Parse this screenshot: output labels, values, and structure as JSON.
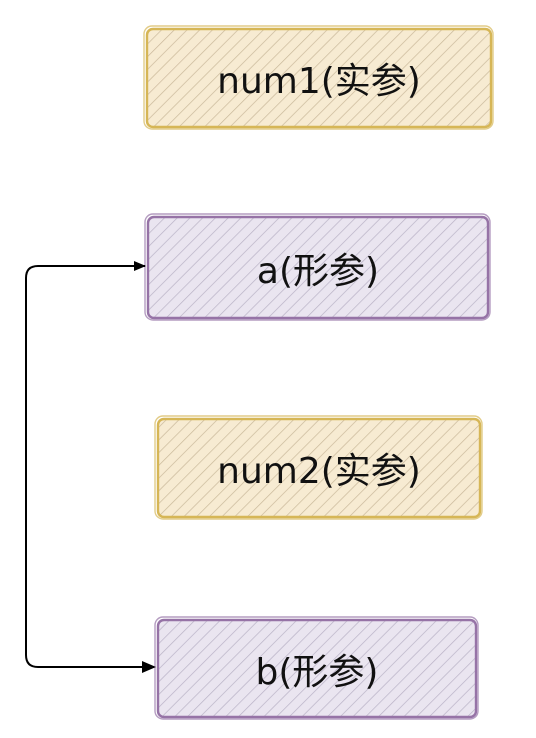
{
  "nodes": [
    {
      "id": "num1",
      "label": "num1(实参)",
      "kind": "actual"
    },
    {
      "id": "a",
      "label": "a(形参)",
      "kind": "formal"
    },
    {
      "id": "num2",
      "label": "num2(实参)",
      "kind": "actual"
    },
    {
      "id": "b",
      "label": "b(形参)",
      "kind": "formal"
    }
  ],
  "connections": [
    {
      "from": "b",
      "to": "a",
      "bidirectional": true
    }
  ],
  "colors": {
    "actual_fill": "#F5E6C8",
    "actual_hatch": "#C9B89A",
    "actual_border": "#D6B656",
    "formal_fill": "#E6E0EE",
    "formal_hatch": "#B9B2C6",
    "formal_border": "#9673A6",
    "arrow": "#000000"
  }
}
